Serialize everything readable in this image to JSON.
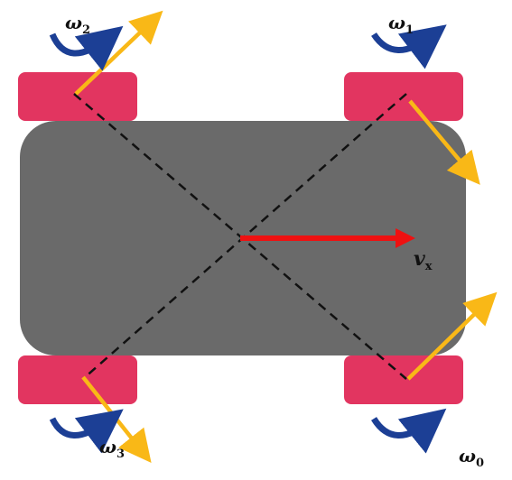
{
  "colors": {
    "body": "#6a6a6a",
    "wheel": "#e23560",
    "roller_arrow": "#f9b817",
    "rotation_arrow": "#1c3f95",
    "velocity_arrow": "#ee1111",
    "diagonal": "#111111"
  },
  "labels": {
    "velocity": {
      "symbol": "v",
      "sub": "x"
    },
    "wheels": [
      {
        "id": "0",
        "symbol": "ω",
        "sub": "0"
      },
      {
        "id": "1",
        "symbol": "ω",
        "sub": "1"
      },
      {
        "id": "2",
        "symbol": "ω",
        "sub": "2"
      },
      {
        "id": "3",
        "symbol": "ω",
        "sub": "3"
      }
    ]
  },
  "icons": {
    "rotation": "curved-arrow-icon",
    "roller": "straight-arrow-icon"
  }
}
